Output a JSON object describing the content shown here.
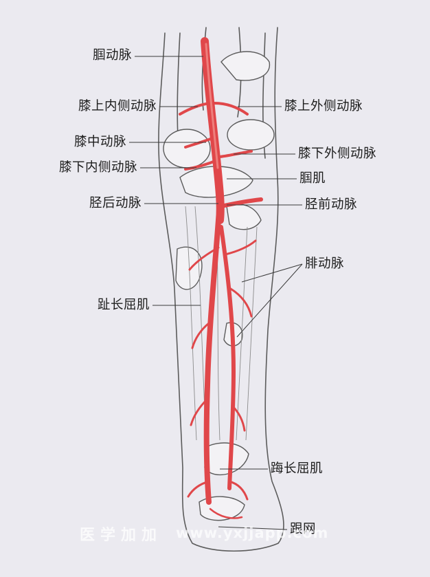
{
  "diagram": {
    "labels_left": [
      {
        "key": "popliteal-artery",
        "text": "腘动脉"
      },
      {
        "key": "superior-medial-genicular-artery",
        "text": "膝上内侧动脉"
      },
      {
        "key": "middle-genicular-artery",
        "text": "膝中动脉"
      },
      {
        "key": "inferior-medial-genicular-artery",
        "text": "膝下内侧动脉"
      },
      {
        "key": "posterior-tibial-artery",
        "text": "胫后动脉"
      },
      {
        "key": "flexor-digitorum-longus",
        "text": "趾长屈肌"
      }
    ],
    "labels_right": [
      {
        "key": "superior-lateral-genicular-artery",
        "text": "膝上外侧动脉"
      },
      {
        "key": "inferior-lateral-genicular-artery",
        "text": "膝下外侧动脉"
      },
      {
        "key": "popliteus-muscle",
        "text": "腘肌"
      },
      {
        "key": "anterior-tibial-artery",
        "text": "胫前动脉"
      },
      {
        "key": "fibular-artery",
        "text": "腓动脉"
      },
      {
        "key": "flexor-hallucis-longus",
        "text": "踇长屈肌"
      },
      {
        "key": "calcaneal-network",
        "text": "跟网"
      }
    ],
    "watermark": {
      "cn": "医学加加",
      "url": "www.yxjjapp.com"
    },
    "colors": {
      "artery": "#e0474a",
      "artery_light": "#ee7f7c",
      "outline": "#5b5b5b",
      "background": "#ebeaf0",
      "text": "#1d1d1d"
    }
  }
}
